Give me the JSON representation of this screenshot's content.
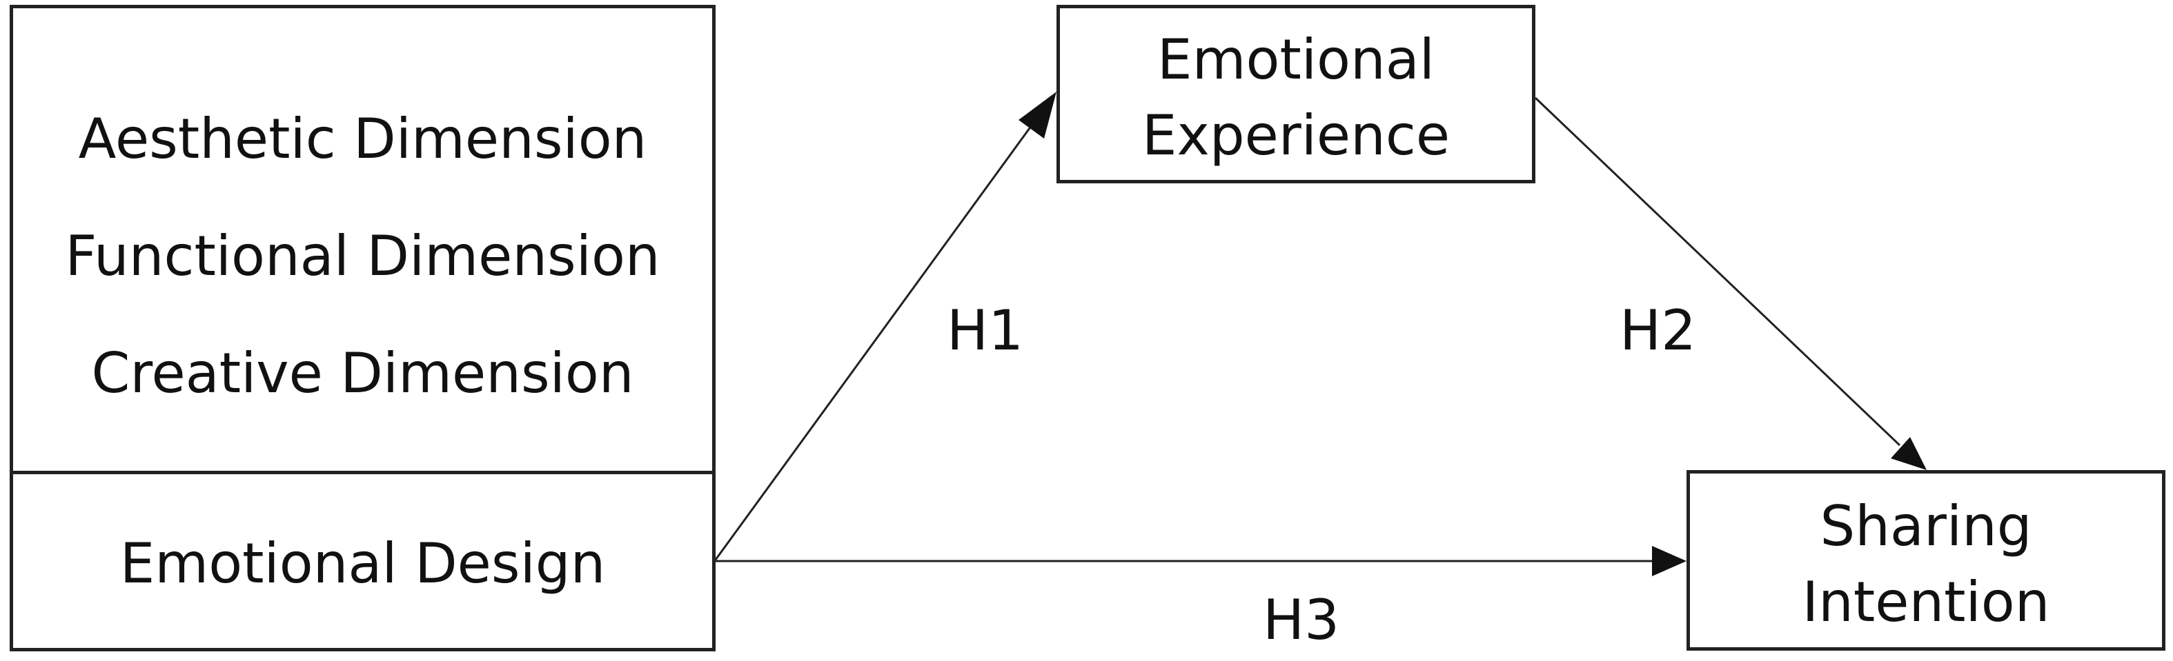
{
  "diagram": {
    "dimensions": {
      "items": [
        "Aesthetic Dimension",
        "Functional Dimension",
        "Creative Dimension"
      ]
    },
    "emotional_design": "Emotional Design",
    "emotional_experience": [
      "Emotional",
      "Experience"
    ],
    "sharing_intention": [
      "Sharing",
      "Intention"
    ],
    "hypotheses": {
      "h1": "H1",
      "h2": "H2",
      "h3": "H3"
    },
    "colors": {
      "stroke": "#222222",
      "text": "#111111",
      "background": "#ffffff"
    }
  }
}
